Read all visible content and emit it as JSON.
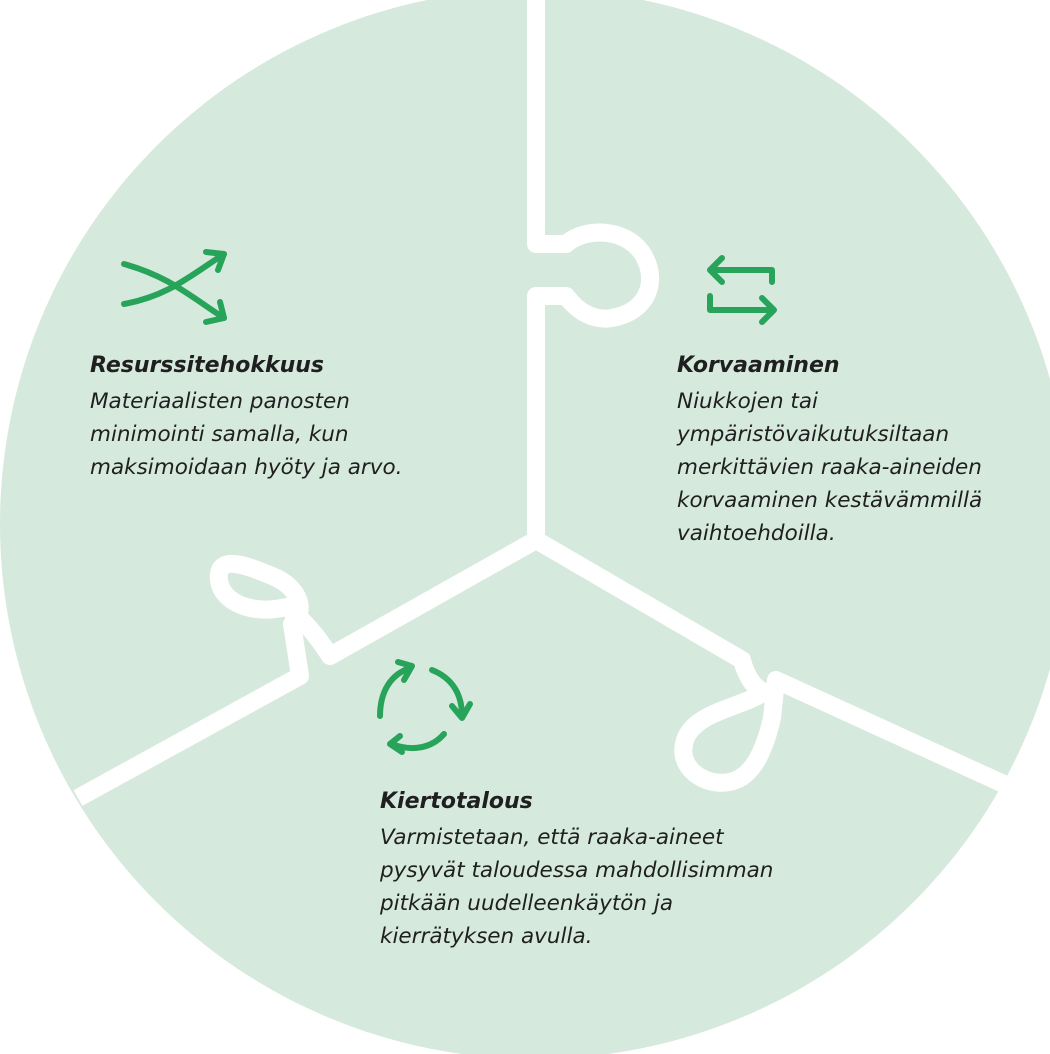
{
  "colors": {
    "circle_fill": "#d6e9dd",
    "divider": "#ffffff",
    "icon": "#27a35a",
    "text": "#1f1f1f"
  },
  "pieces": [
    {
      "id": "resurssi",
      "icon": "shuffle-icon",
      "heading": "Resurssitehokkuus",
      "lines": [
        "Materiaalisten panosten",
        "minimointi samalla, kun",
        "maksimoidaan hyöty ja arvo."
      ]
    },
    {
      "id": "korvaa",
      "icon": "swap-arrows-icon",
      "heading": "Korvaaminen",
      "lines": [
        "Niukkojen tai",
        "ympäristövaikutuksiltaan",
        "merkittävien raaka-aineiden",
        "korvaaminen kestävämmillä",
        "vaihtoehdoilla."
      ]
    },
    {
      "id": "kierto",
      "icon": "recycle-arrows-icon",
      "heading": "Kiertotalous",
      "lines": [
        "Varmistetaan, että raaka-aineet",
        "pysyvät taloudessa mahdollisimman",
        "pitkään uudelleenkäytön ja",
        "kierrätyksen avulla."
      ]
    }
  ]
}
